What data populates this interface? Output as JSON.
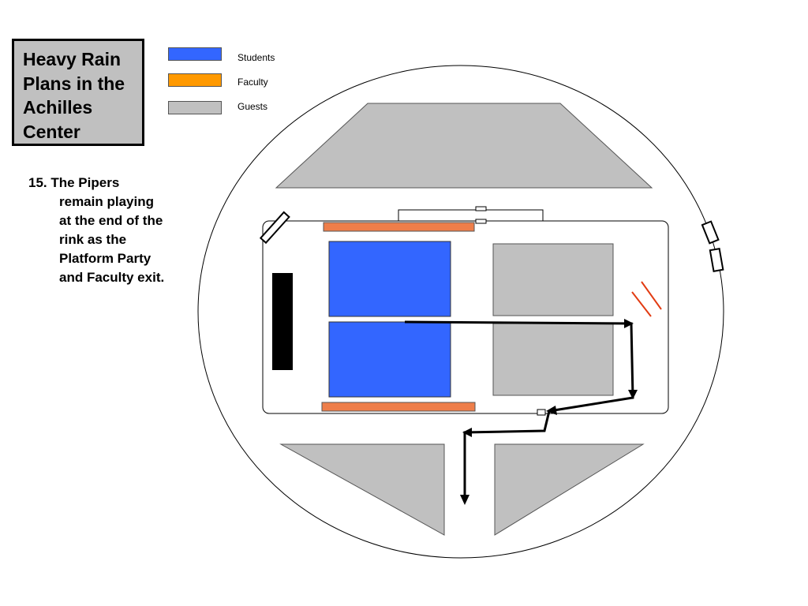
{
  "title": {
    "lines": [
      "Heavy Rain",
      "Plans in the",
      "Achilles",
      "Center"
    ]
  },
  "step": {
    "lines": [
      "15. The Pipers",
      "remain playing",
      "at the end of the",
      "rink as the",
      "Platform Party",
      "and Faculty exit."
    ]
  },
  "legend": [
    {
      "label": "Students",
      "color": "#3366ff"
    },
    {
      "label": "Faculty",
      "color": "#ff9900"
    },
    {
      "label": "Guests",
      "color": "#c0c0c0"
    }
  ],
  "colors": {
    "students": "#3366ff",
    "faculty_rows": "#ee7e4a",
    "guests": "#c0c0c0",
    "pipers": "#e23b12",
    "route": "#000000"
  }
}
